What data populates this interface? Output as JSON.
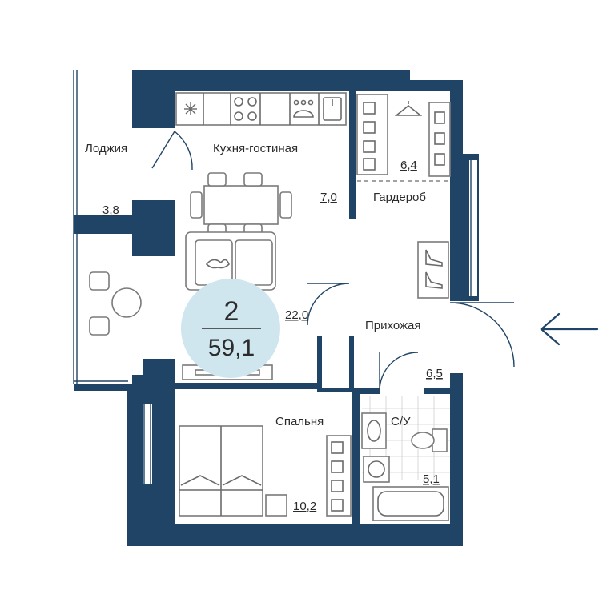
{
  "plan": {
    "summary": {
      "rooms": "2",
      "total_area": "59,1"
    },
    "rooms": [
      {
        "name": "Лоджия",
        "area": "3,8"
      },
      {
        "name": "Кухня-гостиная",
        "area": "22,0",
        "kitchen_area": "7,0"
      },
      {
        "name": "Гардероб",
        "area": "6,4"
      },
      {
        "name": "Прихожая",
        "area": "6,5"
      },
      {
        "name": "Спальня",
        "area": "10,2"
      },
      {
        "name": "С/У",
        "area": "5,1"
      }
    ],
    "colors": {
      "walls": "#1f4466",
      "badge": "#cfe6ef",
      "furniture": "#7a7a7a"
    },
    "icons": [
      "entrance-arrow-icon",
      "hanger-icon",
      "shoes-icon",
      "cat-icon",
      "stove-icon",
      "sink-icon"
    ]
  }
}
